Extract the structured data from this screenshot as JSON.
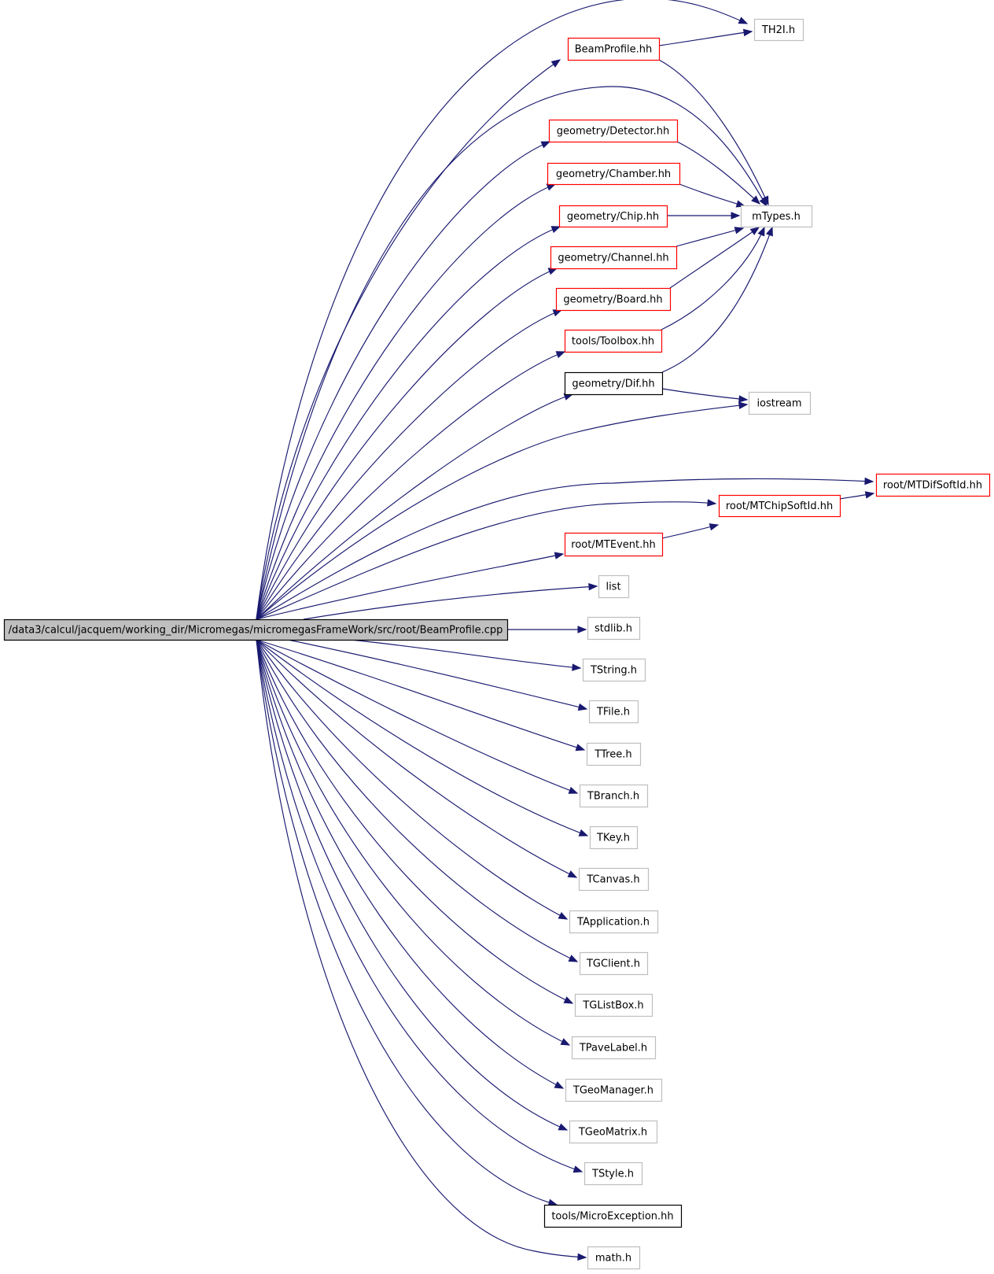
{
  "colors": {
    "edge": "#191970",
    "root_fill": "#bfbfbf",
    "root_border": "#000000",
    "expandable_border": "#ff0000",
    "leaf_border": "#bfbfbf",
    "solid_border": "#000000",
    "node_fill": "#ffffff"
  },
  "nodes": [
    {
      "id": "root",
      "label": "/data3/calcul/jacquem/working_dir/Micromegas/micromegasFrameWork/src/root/BeamProfile.cpp",
      "style": "root"
    },
    {
      "id": "th2i",
      "label": "TH2I.h",
      "style": "leaf"
    },
    {
      "id": "beamprofile",
      "label": "BeamProfile.hh",
      "style": "expandable"
    },
    {
      "id": "detector",
      "label": "geometry/Detector.hh",
      "style": "expandable"
    },
    {
      "id": "chamber",
      "label": "geometry/Chamber.hh",
      "style": "expandable"
    },
    {
      "id": "chip",
      "label": "geometry/Chip.hh",
      "style": "expandable"
    },
    {
      "id": "mtypes",
      "label": "mTypes.h",
      "style": "leaf"
    },
    {
      "id": "channel",
      "label": "geometry/Channel.hh",
      "style": "expandable"
    },
    {
      "id": "board",
      "label": "geometry/Board.hh",
      "style": "expandable"
    },
    {
      "id": "toolbox",
      "label": "tools/Toolbox.hh",
      "style": "expandable"
    },
    {
      "id": "dif",
      "label": "geometry/Dif.hh",
      "style": "solid"
    },
    {
      "id": "iostream",
      "label": "iostream",
      "style": "leaf"
    },
    {
      "id": "mtdif",
      "label": "root/MTDifSoftId.hh",
      "style": "expandable"
    },
    {
      "id": "mtchip",
      "label": "root/MTChipSoftId.hh",
      "style": "expandable"
    },
    {
      "id": "mtevent",
      "label": "root/MTEvent.hh",
      "style": "expandable"
    },
    {
      "id": "list",
      "label": "list",
      "style": "leaf"
    },
    {
      "id": "stdlib",
      "label": "stdlib.h",
      "style": "leaf"
    },
    {
      "id": "tstring",
      "label": "TString.h",
      "style": "leaf"
    },
    {
      "id": "tfile",
      "label": "TFile.h",
      "style": "leaf"
    },
    {
      "id": "ttree",
      "label": "TTree.h",
      "style": "leaf"
    },
    {
      "id": "tbranch",
      "label": "TBranch.h",
      "style": "leaf"
    },
    {
      "id": "tkey",
      "label": "TKey.h",
      "style": "leaf"
    },
    {
      "id": "tcanvas",
      "label": "TCanvas.h",
      "style": "leaf"
    },
    {
      "id": "tapplication",
      "label": "TApplication.h",
      "style": "leaf"
    },
    {
      "id": "tgclient",
      "label": "TGClient.h",
      "style": "leaf"
    },
    {
      "id": "tglistbox",
      "label": "TGListBox.h",
      "style": "leaf"
    },
    {
      "id": "tpavelabel",
      "label": "TPaveLabel.h",
      "style": "leaf"
    },
    {
      "id": "tgeomanager",
      "label": "TGeoManager.h",
      "style": "leaf"
    },
    {
      "id": "tgeomatrix",
      "label": "TGeoMatrix.h",
      "style": "leaf"
    },
    {
      "id": "tstyle",
      "label": "TStyle.h",
      "style": "leaf"
    },
    {
      "id": "microexception",
      "label": "tools/MicroException.hh",
      "style": "solid"
    },
    {
      "id": "math",
      "label": "math.h",
      "style": "leaf"
    }
  ],
  "edges": [
    {
      "from": "root",
      "to": "th2i"
    },
    {
      "from": "root",
      "to": "beamprofile"
    },
    {
      "from": "root",
      "to": "mtypes"
    },
    {
      "from": "root",
      "to": "detector"
    },
    {
      "from": "root",
      "to": "chamber"
    },
    {
      "from": "root",
      "to": "chip"
    },
    {
      "from": "root",
      "to": "channel"
    },
    {
      "from": "root",
      "to": "board"
    },
    {
      "from": "root",
      "to": "toolbox"
    },
    {
      "from": "root",
      "to": "dif"
    },
    {
      "from": "root",
      "to": "iostream"
    },
    {
      "from": "root",
      "to": "mtdif"
    },
    {
      "from": "root",
      "to": "mtchip"
    },
    {
      "from": "root",
      "to": "mtevent"
    },
    {
      "from": "root",
      "to": "list"
    },
    {
      "from": "root",
      "to": "stdlib"
    },
    {
      "from": "root",
      "to": "tstring"
    },
    {
      "from": "root",
      "to": "tfile"
    },
    {
      "from": "root",
      "to": "ttree"
    },
    {
      "from": "root",
      "to": "tbranch"
    },
    {
      "from": "root",
      "to": "tkey"
    },
    {
      "from": "root",
      "to": "tcanvas"
    },
    {
      "from": "root",
      "to": "tapplication"
    },
    {
      "from": "root",
      "to": "tgclient"
    },
    {
      "from": "root",
      "to": "tglistbox"
    },
    {
      "from": "root",
      "to": "tpavelabel"
    },
    {
      "from": "root",
      "to": "tgeomanager"
    },
    {
      "from": "root",
      "to": "tgeomatrix"
    },
    {
      "from": "root",
      "to": "tstyle"
    },
    {
      "from": "root",
      "to": "microexception"
    },
    {
      "from": "root",
      "to": "math"
    },
    {
      "from": "beamprofile",
      "to": "th2i"
    },
    {
      "from": "beamprofile",
      "to": "mtypes"
    },
    {
      "from": "detector",
      "to": "mtypes"
    },
    {
      "from": "chamber",
      "to": "mtypes"
    },
    {
      "from": "chip",
      "to": "mtypes"
    },
    {
      "from": "channel",
      "to": "mtypes"
    },
    {
      "from": "board",
      "to": "mtypes"
    },
    {
      "from": "toolbox",
      "to": "mtypes"
    },
    {
      "from": "dif",
      "to": "mtypes"
    },
    {
      "from": "dif",
      "to": "iostream"
    },
    {
      "from": "mtchip",
      "to": "mtdif"
    },
    {
      "from": "mtevent",
      "to": "mtchip"
    }
  ]
}
